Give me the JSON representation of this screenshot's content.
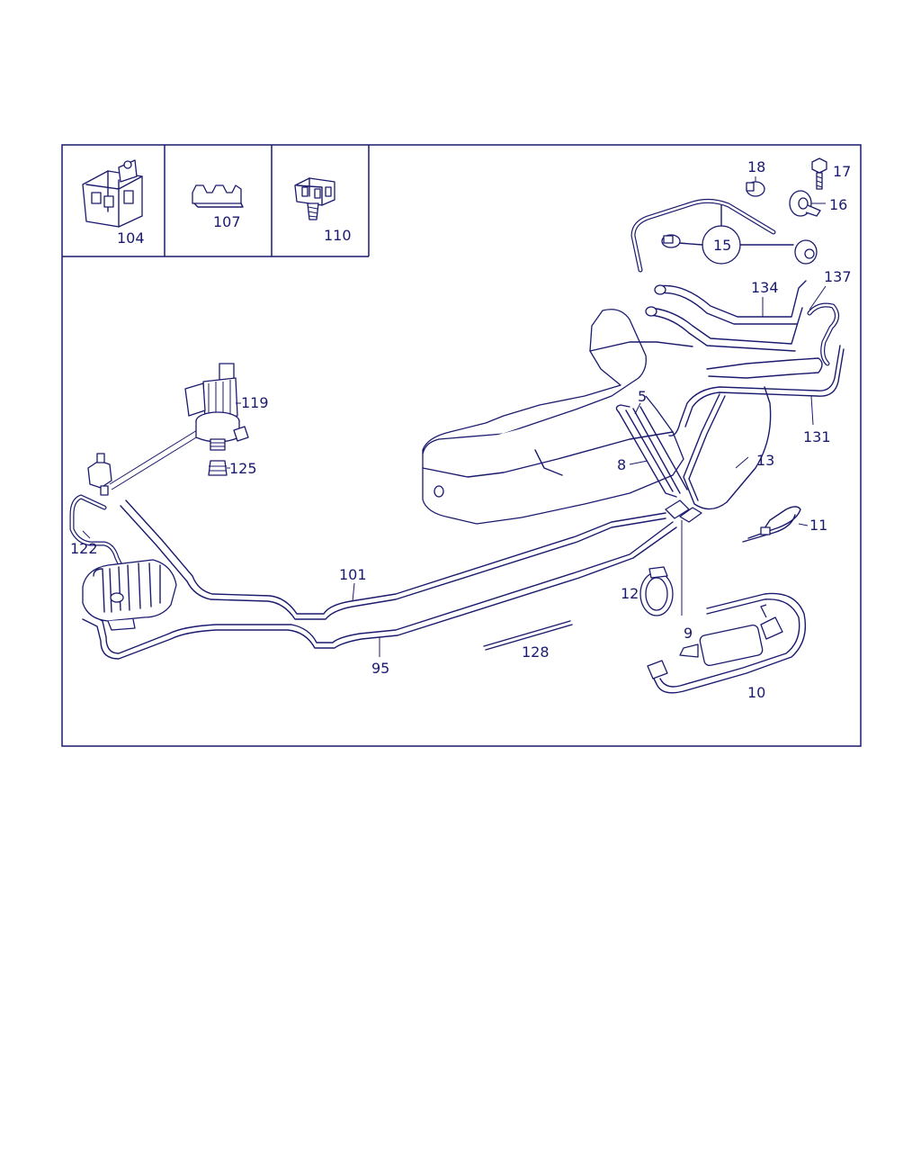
{
  "callouts": {
    "c104": "104",
    "c107": "107",
    "c110": "110",
    "c18": "18",
    "c17": "17",
    "c16": "16",
    "c15": "15",
    "c134": "134",
    "c137": "137",
    "c119": "119",
    "c125": "125",
    "c5": "5",
    "c8": "8",
    "c13": "13",
    "c131": "131",
    "c11": "11",
    "c12": "12",
    "c9": "9",
    "c10": "10",
    "c122": "122",
    "c101": "101",
    "c95": "95",
    "c128": "128"
  },
  "colors": {
    "line": "#1a1a6e",
    "background": "#ffffff"
  }
}
